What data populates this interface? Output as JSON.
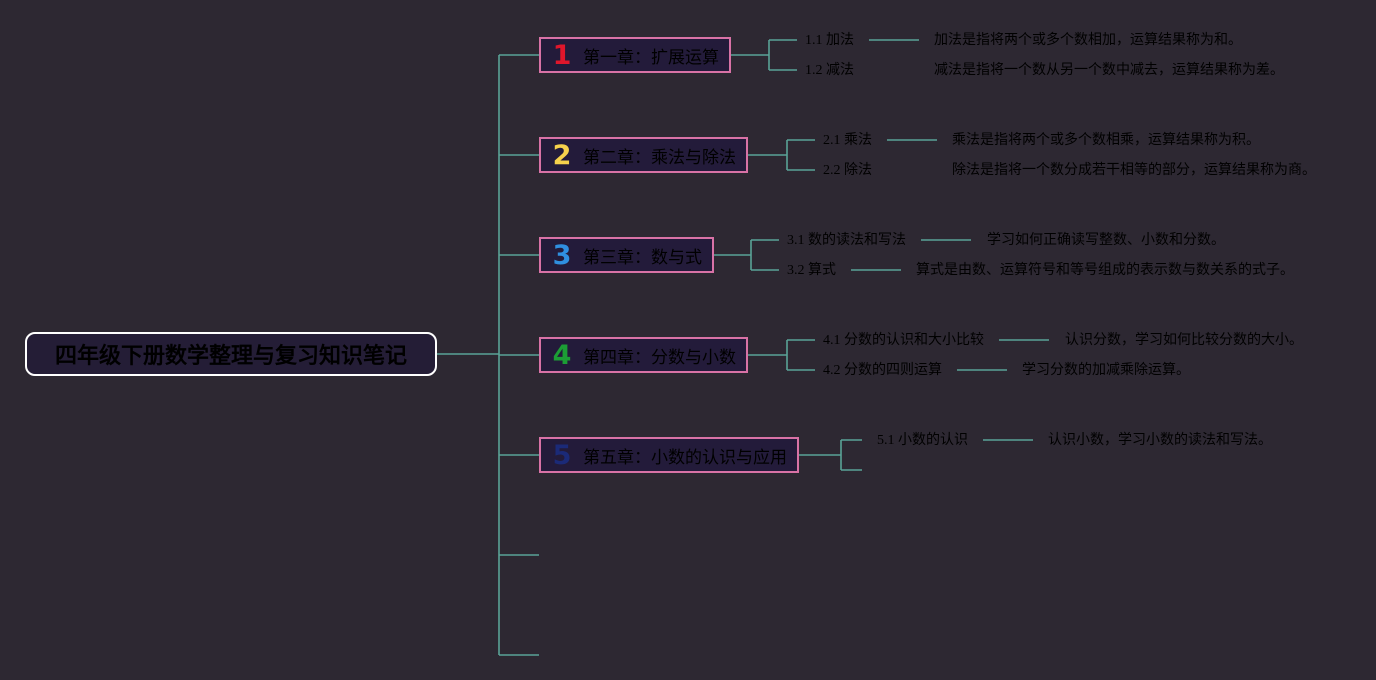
{
  "root": {
    "title": "四年级下册数学整理与复习知识笔记"
  },
  "colors": {
    "background": "#2d2832",
    "connector": "#5aa397",
    "chapter_border": "#d872a6",
    "chapter_fill": "#231b3a",
    "root_border": "#ffffff"
  },
  "chapters": [
    {
      "number": "1",
      "number_color": "#e0162b",
      "title": "第一章：扩展运算",
      "topics": [
        {
          "label": "1.1 加法",
          "description": "加法是指将两个或多个数相加，运算结果称为和。"
        },
        {
          "label": "1.2 减法",
          "description": "减法是指将一个数从另一个数中减去，运算结果称为差。"
        }
      ]
    },
    {
      "number": "2",
      "number_color": "#f6d14c",
      "title": "第二章：乘法与除法",
      "topics": [
        {
          "label": "2.1 乘法",
          "description": "乘法是指将两个或多个数相乘，运算结果称为积。"
        },
        {
          "label": "2.2 除法",
          "description": "除法是指将一个数分成若干相等的部分，运算结果称为商。"
        }
      ]
    },
    {
      "number": "3",
      "number_color": "#2f8fe0",
      "title": "第三章：数与式",
      "topics": [
        {
          "label": "3.1 数的读法和写法",
          "description": "学习如何正确读写整数、小数和分数。"
        },
        {
          "label": "3.2 算式",
          "description": "算式是由数、运算符号和等号组成的表示数与数关系的式子。"
        }
      ]
    },
    {
      "number": "4",
      "number_color": "#1c9e35",
      "title": "第四章：分数与小数",
      "topics": [
        {
          "label": "4.1 分数的认识和大小比较",
          "description": "认识分数，学习如何比较分数的大小。"
        },
        {
          "label": "4.2 分数的四则运算",
          "description": "学习分数的加减乘除运算。"
        }
      ]
    },
    {
      "number": "5",
      "number_color": "#1b2a78",
      "title": "第五章：小数的认识与应用",
      "topics": [
        {
          "label": "5.1 小数的认识",
          "description": "认识小数，学习小数的读法和写法。"
        }
      ]
    }
  ]
}
